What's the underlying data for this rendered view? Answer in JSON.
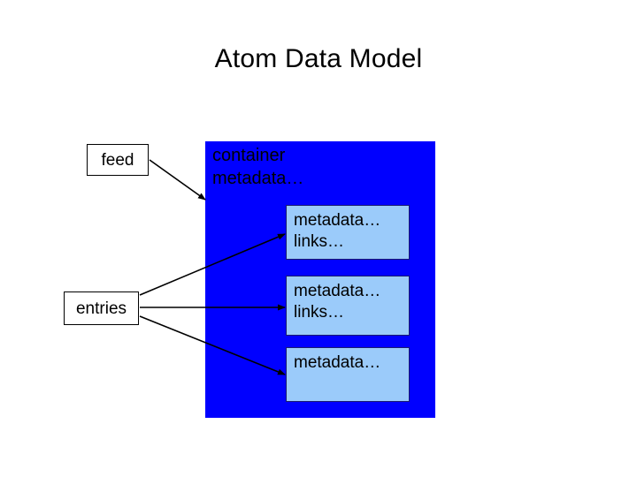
{
  "slide": {
    "title": "Atom Data Model",
    "background_color": "#ffffff"
  },
  "diagram": {
    "container": {
      "label": "container\nmetadata…",
      "fill_color": "#0000ff",
      "text_color": "#000000"
    },
    "labels": [
      {
        "id": "feed",
        "text": "feed"
      },
      {
        "id": "entries",
        "text": "entries"
      }
    ],
    "entries": [
      {
        "index": 1,
        "text": "metadata…\nlinks…",
        "fill_color": "#9bcbfa"
      },
      {
        "index": 2,
        "text": "metadata…\nlinks…",
        "fill_color": "#9bcbfa"
      },
      {
        "index": 3,
        "text": "metadata…",
        "fill_color": "#9bcbfa"
      }
    ],
    "connectors": [
      {
        "id": "feed-to-container",
        "from": "feed",
        "to": "container"
      },
      {
        "id": "entries-to-entry-1",
        "from": "entries",
        "to": "entry-1"
      },
      {
        "id": "entries-to-entry-2",
        "from": "entries",
        "to": "entry-2"
      },
      {
        "id": "entries-to-entry-3",
        "from": "entries",
        "to": "entry-3"
      }
    ],
    "arrow_color": "#000000"
  }
}
